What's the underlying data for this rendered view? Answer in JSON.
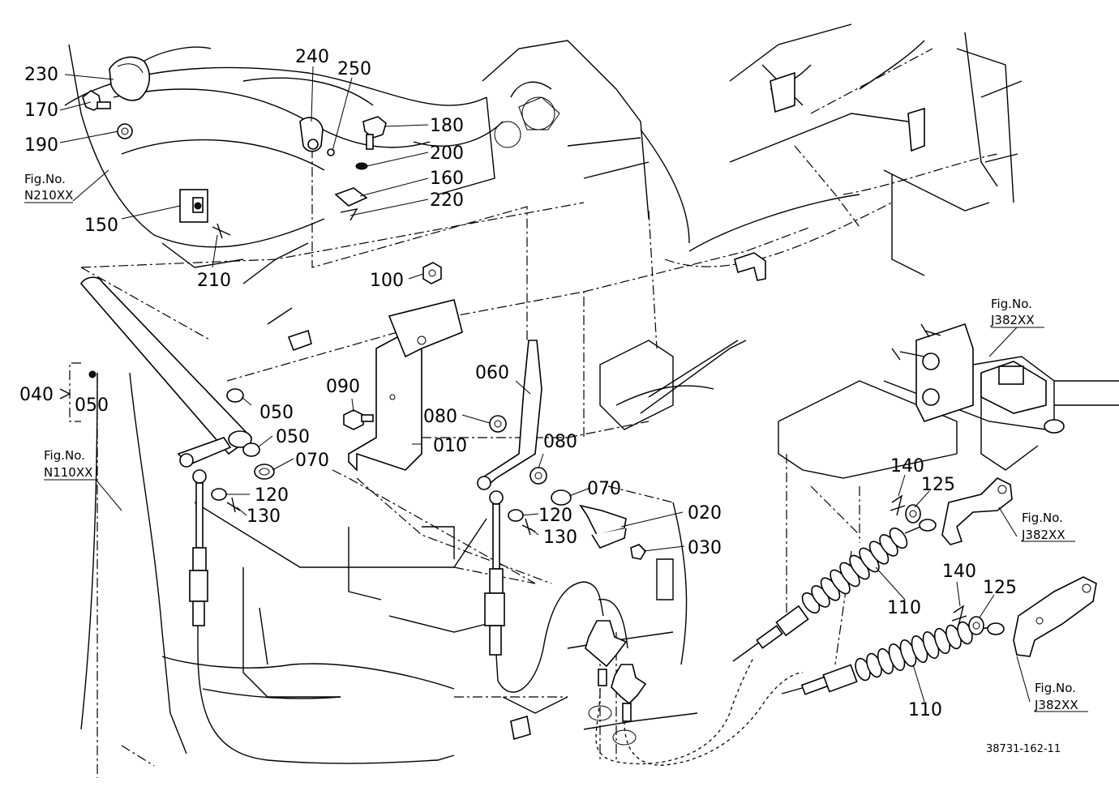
{
  "drawing_code": "38731-162-11",
  "bracket_group": {
    "main": "040",
    "dot_ref": "",
    "sub": "050"
  },
  "part_labels": [
    {
      "id": "230"
    },
    {
      "id": "170"
    },
    {
      "id": "190"
    },
    {
      "id": "240"
    },
    {
      "id": "250"
    },
    {
      "id": "180"
    },
    {
      "id": "200"
    },
    {
      "id": "160"
    },
    {
      "id": "220"
    },
    {
      "id": "150"
    },
    {
      "id": "210"
    },
    {
      "id": "100"
    },
    {
      "id": "090"
    },
    {
      "id": "080"
    },
    {
      "id": "060"
    },
    {
      "id": "080"
    },
    {
      "id": "050"
    },
    {
      "id": "050"
    },
    {
      "id": "070"
    },
    {
      "id": "010"
    },
    {
      "id": "070"
    },
    {
      "id": "020"
    },
    {
      "id": "030"
    },
    {
      "id": "120"
    },
    {
      "id": "130"
    },
    {
      "id": "120"
    },
    {
      "id": "130"
    },
    {
      "id": "140"
    },
    {
      "id": "125"
    },
    {
      "id": "110"
    },
    {
      "id": "140"
    },
    {
      "id": "125"
    },
    {
      "id": "110"
    }
  ],
  "figure_refs": [
    {
      "line1": "Fig.No.",
      "line2": "N210XX"
    },
    {
      "line1": "Fig.No.",
      "line2": "N110XX"
    },
    {
      "line1": "Fig.No.",
      "line2": "J382XX"
    },
    {
      "line1": "Fig.No.",
      "line2": "J382XX"
    },
    {
      "line1": "Fig.No.",
      "line2": "J382XX"
    }
  ]
}
